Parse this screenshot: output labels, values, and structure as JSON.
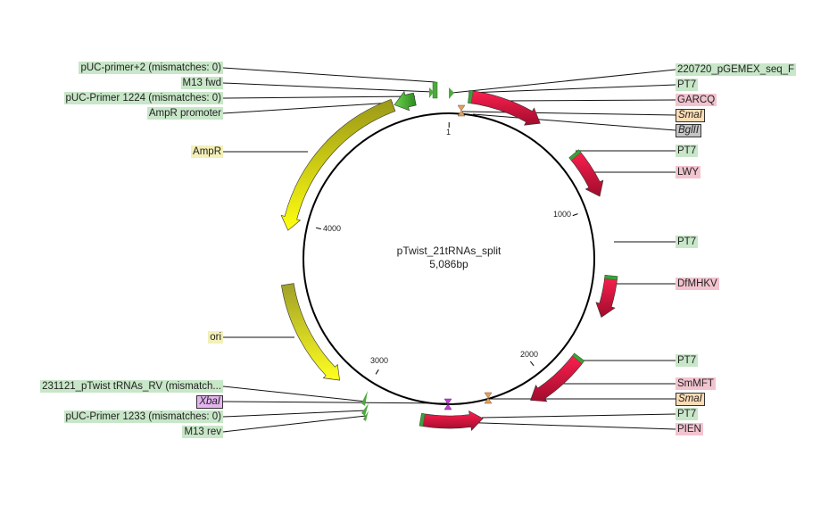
{
  "plasmid": {
    "name": "pTwist_21tRNAs_split",
    "length_label": "5,086bp",
    "length_bp": 5086
  },
  "ticks": [
    {
      "bp": 1,
      "label": "1"
    },
    {
      "bp": 1000,
      "label": "1000"
    },
    {
      "bp": 2000,
      "label": "2000"
    },
    {
      "bp": 3000,
      "label": "3000"
    },
    {
      "bp": 4000,
      "label": "4000"
    }
  ],
  "features": [
    {
      "name": "GARCQ",
      "start": 99,
      "end": 480,
      "direction": "forward",
      "type": "trna",
      "cap": "start"
    },
    {
      "name": "LWY",
      "start": 706,
      "end": 954,
      "direction": "forward",
      "type": "trna",
      "cap": "start"
    },
    {
      "name": "DfMHKV",
      "start": 1356,
      "end": 1568,
      "direction": "forward",
      "type": "trna",
      "cap": "start"
    },
    {
      "name": "SmMFT",
      "start": 1794,
      "end": 2119,
      "direction": "forward",
      "type": "trna",
      "cap": "start"
    },
    {
      "name": "PIEN",
      "start": 2373,
      "end": 2684,
      "direction": "reverse",
      "type": "trna",
      "cap": "end"
    },
    {
      "name": "ori",
      "start": 3136,
      "end": 3687,
      "direction": "reverse",
      "type": "ori"
    },
    {
      "name": "AmpR",
      "start": 3956,
      "end": 4804,
      "direction": "reverse",
      "type": "cds"
    },
    {
      "name": "AmpR promoter",
      "start": 4811,
      "end": 4916,
      "direction": "reverse",
      "type": "promoter"
    }
  ],
  "labels_left": {
    "puc_primer_2": "pUC-primer+2 (mismatches: 0)",
    "m13_fwd": "M13 fwd",
    "puc_primer_1224": "pUC-Primer 1224 (mismatches: 0)",
    "ampr_promoter": "AmpR promoter",
    "ampr": "AmpR",
    "ori": "ori",
    "rv_primer": "231121_pTwist tRNAs_RV (mismatch...",
    "xbai": "XbaI",
    "puc_primer_1233": "pUC-Primer 1233 (mismatches: 0)",
    "m13_rev": "M13 rev"
  },
  "labels_right": {
    "pgemex_seq_f": "220720_pGEMEX_seq_F",
    "pt7_1": "PT7",
    "garcq": "GARCQ",
    "smai_1": "SmaI",
    "bglii": "BglII",
    "pt7_2": "PT7",
    "lwy": "LWY",
    "pt7_3": "PT7",
    "dfmhkv": "DfMHKV",
    "pt7_4": "PT7",
    "smmft": "SmMFT",
    "smai_2": "SmaI",
    "pt7_5": "PT7",
    "pien": "PIEN"
  },
  "colors": {
    "trna": "#c8103c",
    "cap": "#3ca03c",
    "promoter": "#3c9c2c",
    "ori": "#b8b820",
    "cds": "#d8d810"
  }
}
